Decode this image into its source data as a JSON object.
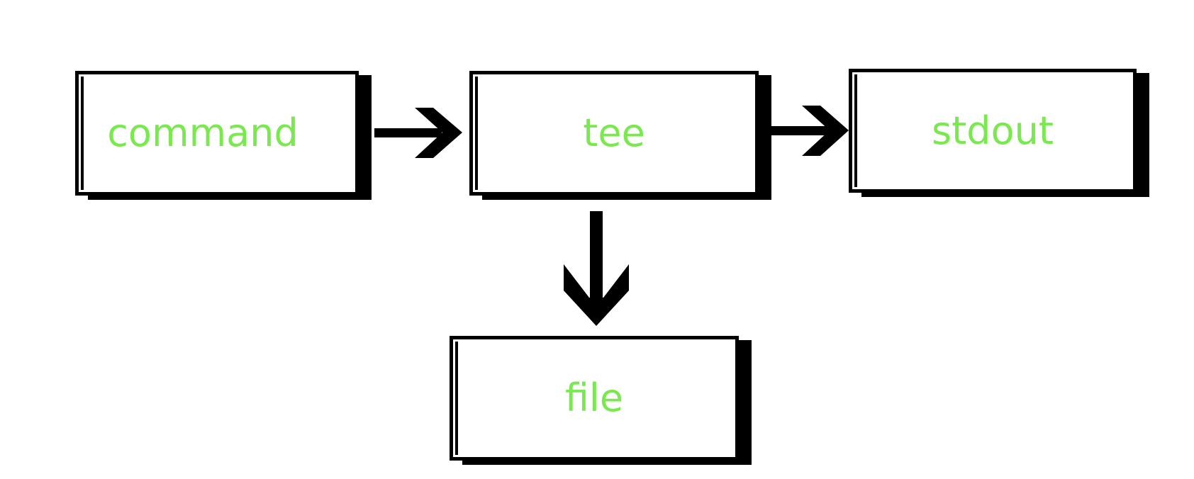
{
  "diagram": {
    "nodes": {
      "command": "command",
      "tee": "tee",
      "stdout": "stdout",
      "file": "file"
    },
    "label_color": "#7ae84f",
    "line_color": "#000000"
  }
}
